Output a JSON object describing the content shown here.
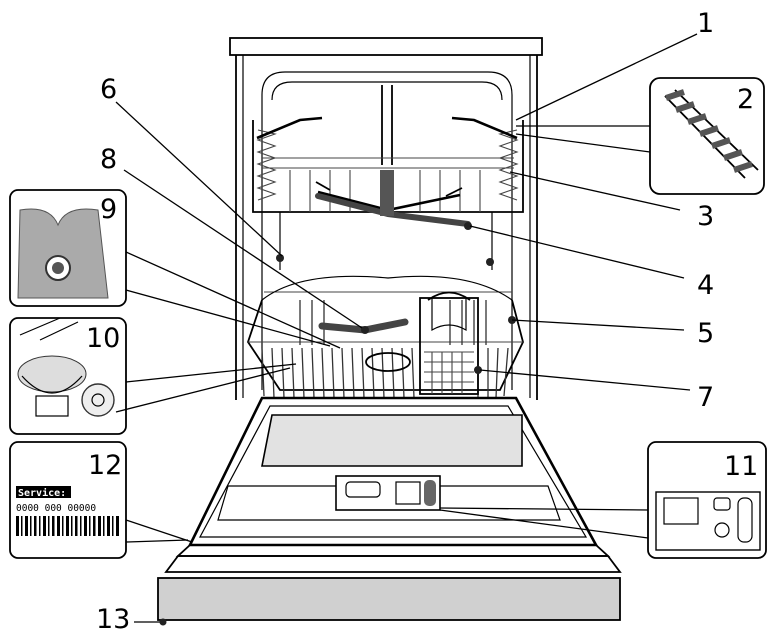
{
  "callouts": {
    "c1": "1",
    "c2": "2",
    "c3": "3",
    "c4": "4",
    "c5": "5",
    "c6": "6",
    "c7": "7",
    "c8": "8",
    "c9": "9",
    "c10": "10",
    "c11": "11",
    "c12": "12",
    "c13": "13"
  },
  "rating_plate": {
    "service_label": "Service:",
    "service_number": "0000 000 00000"
  }
}
